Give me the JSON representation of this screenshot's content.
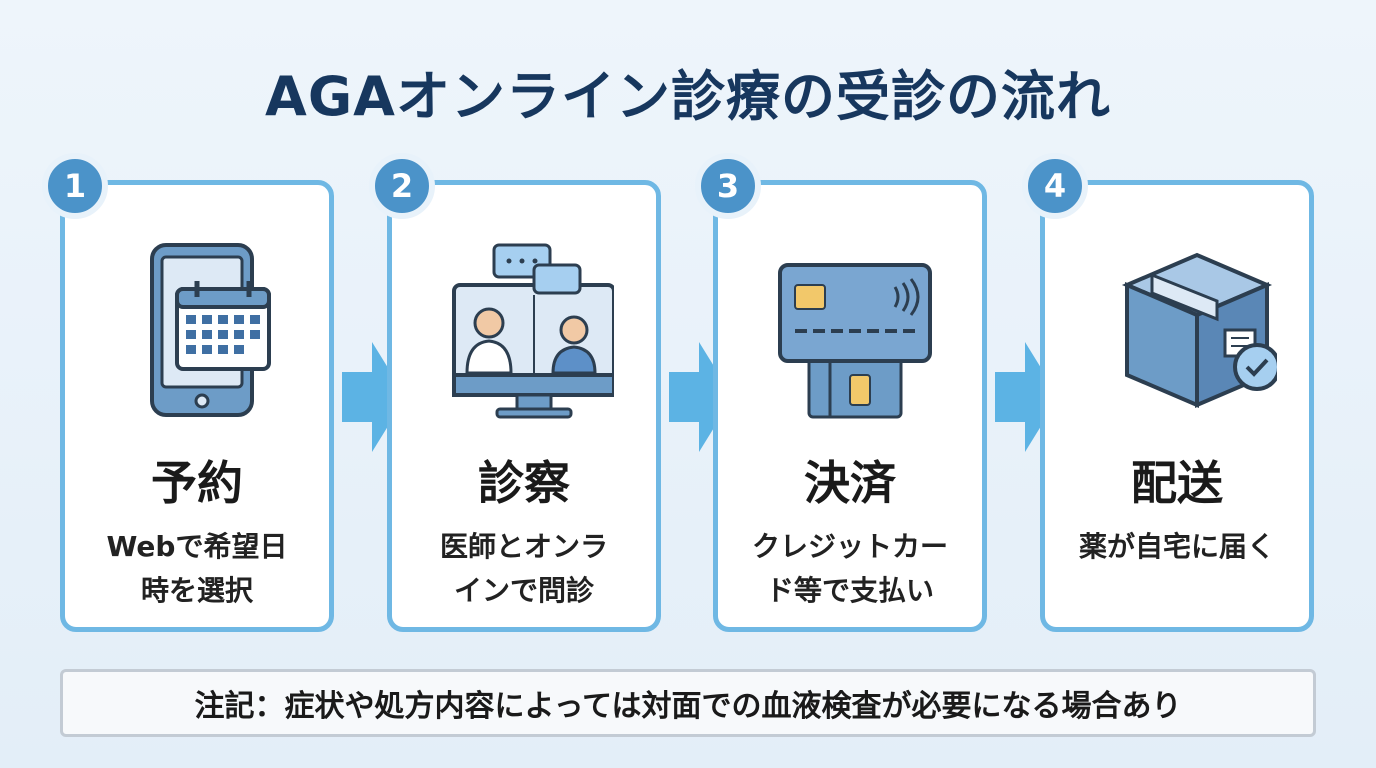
{
  "title": "AGAオンライン診療の受診の流れ",
  "steps": [
    {
      "number": "1",
      "heading": "予約",
      "desc": "Webで希望日\n時を選択",
      "icon": "smartphone-calendar-icon"
    },
    {
      "number": "2",
      "heading": "診察",
      "desc": "医師とオンラ\nインで問診",
      "icon": "video-consultation-icon"
    },
    {
      "number": "3",
      "heading": "決済",
      "desc": "クレジットカー\nド等で支払い",
      "icon": "credit-card-icon"
    },
    {
      "number": "4",
      "heading": "配送",
      "desc": "薬が自宅に届く",
      "icon": "package-delivered-icon"
    }
  ],
  "note": "注記：症状や処方内容によっては対面での血液検査が必要になる場合あり",
  "colors": {
    "title": "#17375e",
    "accent": "#4b93c9",
    "border": "#6fb8e4",
    "arrow": "#5cb3e4"
  }
}
